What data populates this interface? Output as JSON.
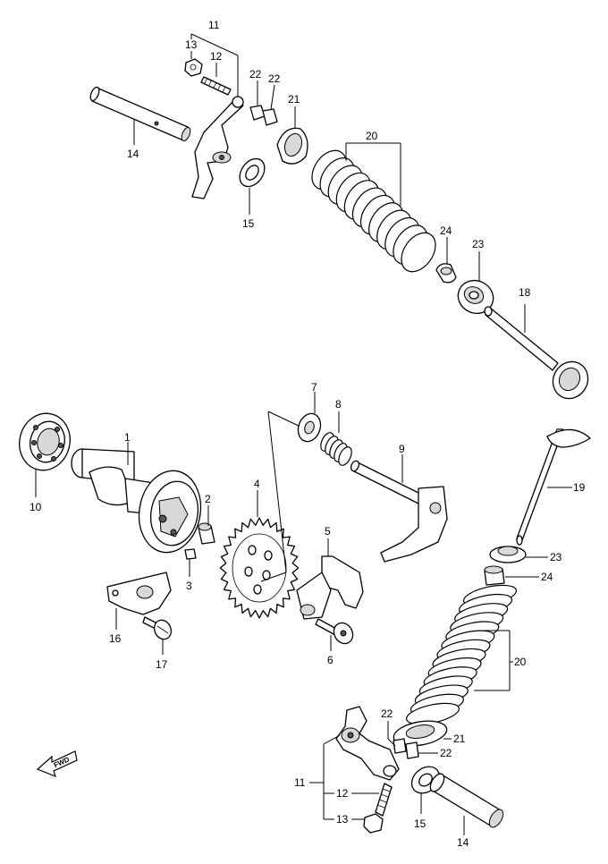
{
  "callouts": {
    "c1": "1",
    "c2": "2",
    "c3": "3",
    "c4": "4",
    "c5": "5",
    "c6": "6",
    "c7": "7",
    "c8": "8",
    "c9": "9",
    "c10": "10",
    "c11_top": "11",
    "c12_top": "12",
    "c13_top": "13",
    "c14_top": "14",
    "c15_top": "15",
    "c16": "16",
    "c17": "17",
    "c18": "18",
    "c19": "19",
    "c20_top": "20",
    "c21_top": "21",
    "c22_top_a": "22",
    "c22_top_b": "22",
    "c23_top": "23",
    "c24_top": "24",
    "c23_bot": "23",
    "c24_bot": "24",
    "c20_bot": "20",
    "c21_bot": "21",
    "c22_bot_a": "22",
    "c22_bot_b": "22",
    "c11_bot": "11",
    "c12_bot": "12",
    "c13_bot": "13",
    "c14_bot": "14",
    "c15_bot": "15"
  },
  "fwd_marker": {
    "label": "FWD"
  }
}
